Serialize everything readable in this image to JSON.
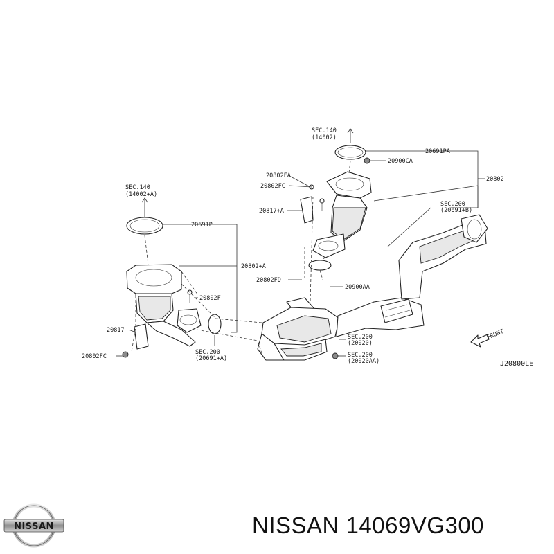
{
  "labels": {
    "sec140_top_a": "SEC.140",
    "sec140_top_b": "(14002)",
    "p20691pa": "20691PA",
    "p20900ca": "20900CA",
    "p20802": "20802",
    "p20802fa": "20802FA",
    "p20802fc_upper": "20802FC",
    "p20817a": "20817+A",
    "sec200_b_a": "SEC.200",
    "sec200_b_b": "(20691+B)",
    "sec140_left_a": "SEC.140",
    "sec140_left_b": "(14002+A)",
    "p20691p": "20691P",
    "p20802a": "20802+A",
    "p20802fd": "20802FD",
    "p20900aa": "20900AA",
    "p20802f": "20802F",
    "p20817": "20817",
    "p20802fc_lower": "20802FC",
    "sec200_a_a": "SEC.200",
    "sec200_a_b": "(20691+A)",
    "sec200_c_a": "SEC.200",
    "sec200_c_b": "(20020)",
    "sec200_d_a": "SEC.200",
    "sec200_d_b": "(20020AA)",
    "front": "FRONT",
    "drawing_id": "J20800LE"
  },
  "footer": {
    "brand_logo_text": "NISSAN",
    "part_title": "NISSAN 14069VG300"
  }
}
